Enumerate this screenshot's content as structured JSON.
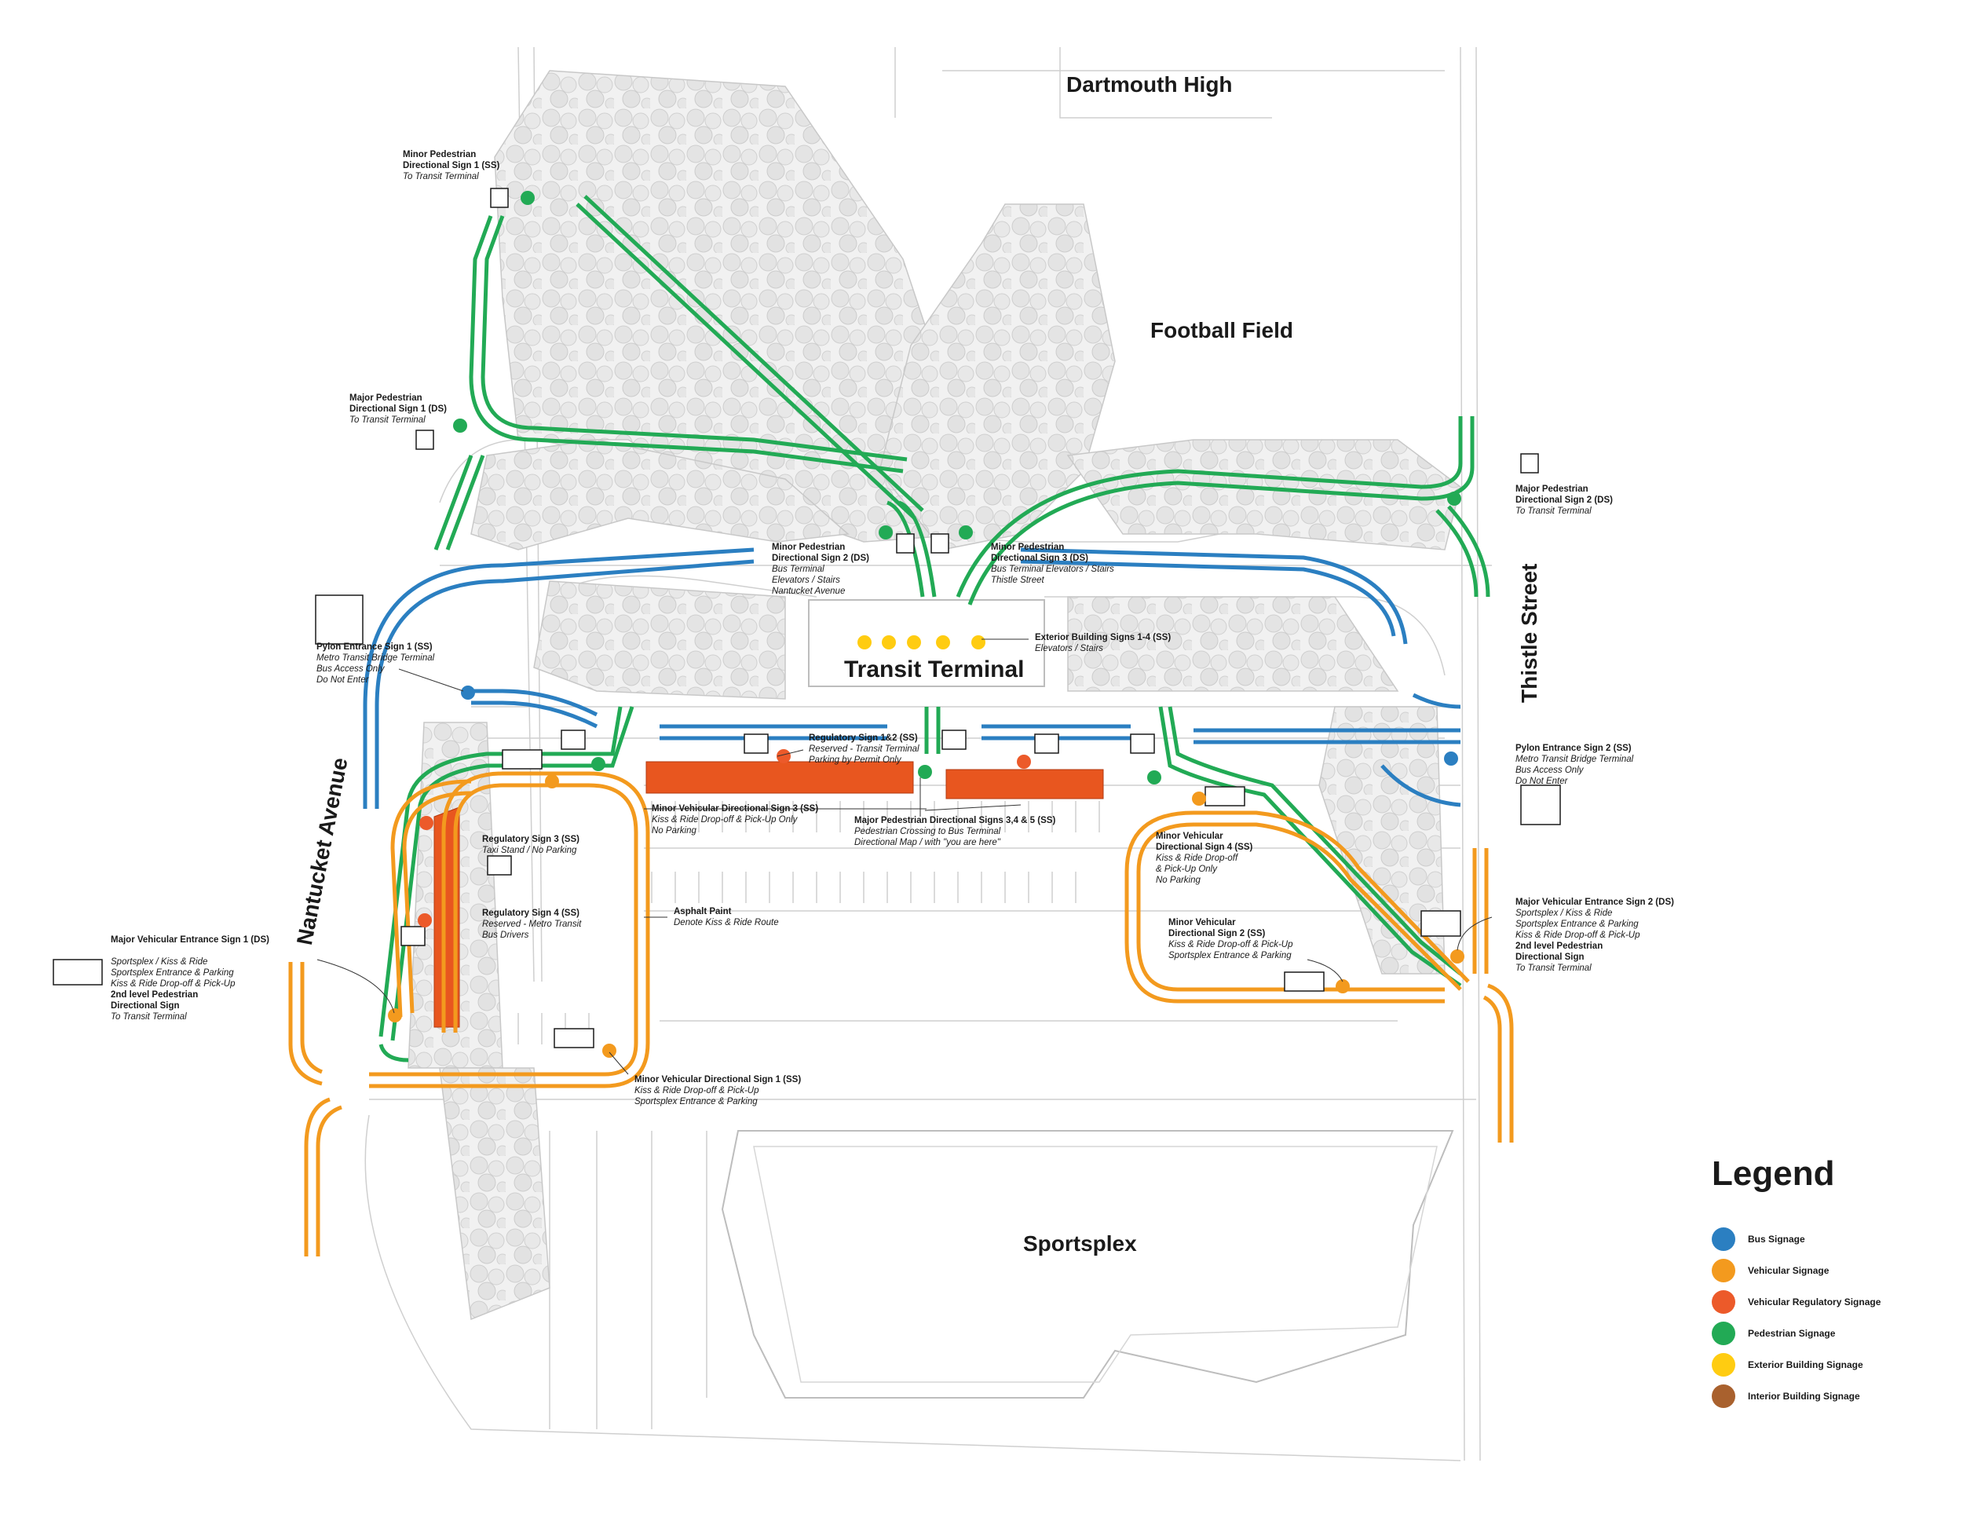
{
  "places": {
    "dartmouth_high": "Dartmouth High",
    "football_field": "Football Field",
    "transit_terminal": "Transit Terminal",
    "sportsplex": "Sportsplex",
    "nantucket_avenue": "Nantucket Avenue",
    "thistle_street": "Thistle Street"
  },
  "signs": {
    "minor_ped_1": {
      "title": [
        "Minor Pedestrian",
        "Directional Sign 1 (SS)"
      ],
      "desc": [
        "To Transit Terminal"
      ]
    },
    "major_ped_1": {
      "title": [
        "Major Pedestrian",
        "Directional Sign 1 (DS)"
      ],
      "desc": [
        "To Transit Terminal"
      ]
    },
    "minor_ped_2": {
      "title": [
        "Minor Pedestrian",
        "Directional Sign 2 (DS)"
      ],
      "desc": [
        "Bus Terminal",
        "Elevators / Stairs",
        "Nantucket Avenue"
      ]
    },
    "minor_ped_3": {
      "title": [
        "Minor Pedestrian",
        "Directional Sign 3 (DS)"
      ],
      "desc": [
        "Bus Terminal Elevators / Stairs",
        "Thistle Street"
      ]
    },
    "major_ped_2": {
      "title": [
        "Major Pedestrian",
        "Directional Sign 2 (DS)"
      ],
      "desc": [
        "To Transit Terminal"
      ]
    },
    "exterior_building": {
      "title": [
        "Exterior Building Signs 1-4 (SS)"
      ],
      "desc": [
        "Elevators / Stairs"
      ]
    },
    "pylon_1": {
      "title": [
        "Pylon Entrance Sign 1 (SS)"
      ],
      "desc": [
        "Metro Transit Bridge Terminal",
        "Bus Access Only",
        "Do Not Enter"
      ]
    },
    "pylon_2": {
      "title": [
        "Pylon Entrance Sign 2 (SS)"
      ],
      "desc": [
        "Metro Transit Bridge Terminal",
        "Bus Access Only",
        "Do Not Enter"
      ]
    },
    "regulatory_12": {
      "title": [
        "Regulatory Sign 1&2 (SS)"
      ],
      "desc": [
        "Reserved - Transit Terminal",
        "Parking by Permit Only"
      ]
    },
    "minor_veh_3": {
      "title": [
        "Minor Vehicular Directional Sign 3 (SS)"
      ],
      "desc": [
        "Kiss & Ride Drop-off & Pick-Up Only",
        "No Parking"
      ]
    },
    "major_ped_345": {
      "title": [
        "Major Pedestrian Directional Signs 3,4 & 5 (SS)"
      ],
      "desc": [
        "Pedestrian Crossing to Bus Terminal",
        "Directional Map / with \"you are here\""
      ]
    },
    "regulatory_3": {
      "title": [
        "Regulatory Sign 3 (SS)"
      ],
      "desc": [
        "Taxi Stand / No Parking"
      ]
    },
    "regulatory_4": {
      "title": [
        "Regulatory Sign 4 (SS)"
      ],
      "desc": [
        "Reserved - Metro Transit",
        "Bus Drivers"
      ]
    },
    "asphalt_paint": {
      "title": [
        "Asphalt Paint"
      ],
      "desc": [
        "Denote Kiss & Ride Route"
      ]
    },
    "minor_veh_4": {
      "title": [
        "Minor Vehicular",
        "Directional Sign 4 (SS)"
      ],
      "desc": [
        "Kiss & Ride Drop-off",
        "& Pick-Up Only",
        "No Parking"
      ]
    },
    "minor_veh_2": {
      "title": [
        "Minor Vehicular",
        "Directional Sign 2 (SS)"
      ],
      "desc": [
        "Kiss & Ride Drop-off & Pick-Up",
        "Sportsplex Entrance & Parking"
      ]
    },
    "major_veh_1": {
      "title": [
        "Major Vehicular Entrance Sign 1 (DS)"
      ],
      "desc": [
        "",
        "Sportsplex / Kiss & Ride",
        "Sportsplex Entrance & Parking",
        "Kiss & Ride Drop-off & Pick-Up"
      ],
      "title2": [
        "2nd level Pedestrian",
        "Directional Sign"
      ],
      "desc2": [
        "To Transit Terminal"
      ]
    },
    "major_veh_2": {
      "title": [
        "Major Vehicular Entrance Sign 2 (DS)"
      ],
      "desc": [
        "Sportsplex / Kiss & Ride",
        "Sportsplex Entrance & Parking",
        "Kiss & Ride Drop-off & Pick-Up"
      ],
      "title2": [
        "2nd level Pedestrian",
        "Directional Sign"
      ],
      "desc2": [
        "To Transit Terminal"
      ]
    },
    "minor_veh_1": {
      "title": [
        "Minor Vehicular Directional Sign 1 (SS)"
      ],
      "desc": [
        "Kiss & Ride Drop-off & Pick-Up",
        "Sportsplex Entrance & Parking"
      ]
    }
  },
  "legend": {
    "title": "Legend",
    "items": [
      {
        "label": "Bus Signage",
        "color": "#2b7fc1"
      },
      {
        "label": "Vehicular Signage",
        "color": "#f39a1e"
      },
      {
        "label": "Vehicular Regulatory Signage",
        "color": "#ec5a2a"
      },
      {
        "label": "Pedestrian Signage",
        "color": "#22aa55"
      },
      {
        "label": "Exterior Building Signage",
        "color": "#ffcc11"
      },
      {
        "label": "Interior Building Signage",
        "color": "#a9612e"
      }
    ]
  }
}
